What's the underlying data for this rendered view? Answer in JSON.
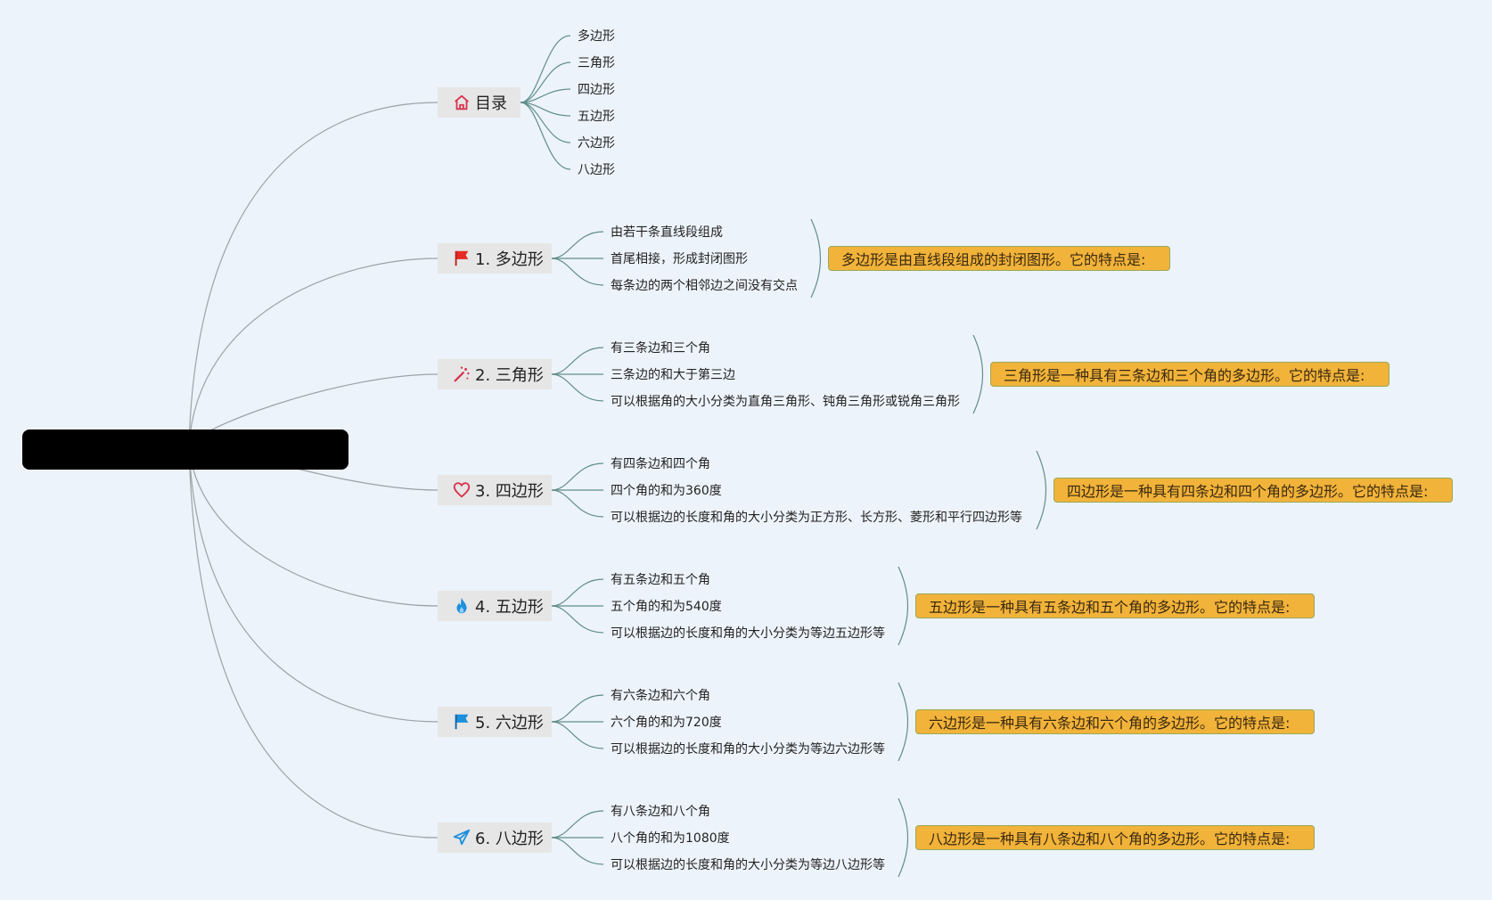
{
  "toc": {
    "title": "目录",
    "icon": "home-icon",
    "items": [
      "多边形",
      "三角形",
      "四边形",
      "五边形",
      "六边形",
      "八边形"
    ]
  },
  "sections": [
    {
      "title": "1. 多边形",
      "icon": "flag-red-icon",
      "points": [
        "由若干条直线段组成",
        "首尾相接，形成封闭图形",
        "每条边的两个相邻边之间没有交点"
      ],
      "summary": "多边形是由直线段组成的封闭图形。它的特点是:"
    },
    {
      "title": "2. 三角形",
      "icon": "magic-wand-icon",
      "points": [
        "有三条边和三个角",
        "三条边的和大于第三边",
        "可以根据角的大小分类为直角三角形、钝角三角形或锐角三角形"
      ],
      "summary": "三角形是一种具有三条边和三个角的多边形。它的特点是:"
    },
    {
      "title": "3. 四边形",
      "icon": "heart-icon",
      "points": [
        "有四条边和四个角",
        "四个角的和为360度",
        "可以根据边的长度和角的大小分类为正方形、长方形、菱形和平行四边形等"
      ],
      "summary": "四边形是一种具有四条边和四个角的多边形。它的特点是:"
    },
    {
      "title": "4. 五边形",
      "icon": "fire-icon",
      "points": [
        "有五条边和五个角",
        "五个角的和为540度",
        "可以根据边的长度和角的大小分类为等边五边形等"
      ],
      "summary": "五边形是一种具有五条边和五个角的多边形。它的特点是:"
    },
    {
      "title": "5. 六边形",
      "icon": "flag-blue-icon",
      "points": [
        "有六条边和六个角",
        "六个角的和为720度",
        "可以根据边的长度和角的大小分类为等边六边形等"
      ],
      "summary": "六边形是一种具有六条边和六个角的多边形。它的特点是:"
    },
    {
      "title": "6. 八边形",
      "icon": "paper-plane-icon",
      "points": [
        "有八条边和八个角",
        "八个角的和为1080度",
        "可以根据边的长度和角的大小分类为等边八边形等"
      ],
      "summary": "八边形是一种具有八条边和八个角的多边形。它的特点是:"
    }
  ],
  "colors": {
    "background": "#edf3fa",
    "topic_fill": "#e6e6e6",
    "summary_fill": "#f2b33a",
    "summary_border": "#97a95a",
    "main_line": "#9aa3a8",
    "branch_line": "#5f8e8a"
  }
}
